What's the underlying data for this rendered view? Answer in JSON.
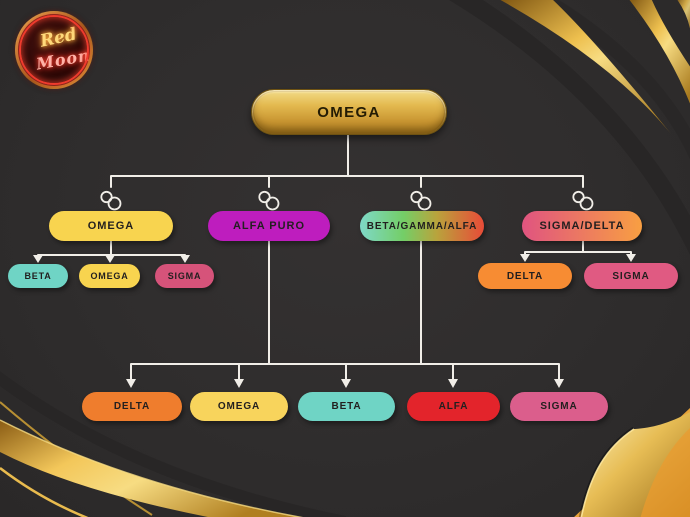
{
  "logo": {
    "line1": "Red",
    "line2": "Moon"
  },
  "colors": {
    "background": "#2f2d2d",
    "connector_line": "#f1eee8",
    "node_text": "#221f1f",
    "gold_bright": "#f7d878",
    "gold_deep": "#8a5c14",
    "neon_red": "#ef3b2d",
    "neon_yellow": "#ffd97a"
  },
  "diagram": {
    "root": {
      "label": "OMEGA",
      "bg": "linear-gradient(180deg,#f3dd8a 0%,#e3b94f 35%,#c89531 72%,#ab7d22 100%)"
    },
    "level2": [
      {
        "label": "OMEGA",
        "bg": "#f8d44f"
      },
      {
        "label": "ALFA PURO",
        "bg": "#be1dbe"
      },
      {
        "label": "BETA/GAMMA/ALFA",
        "bg": "linear-gradient(90deg,#7ed8c8 0%,#74ce67 35%,#b9a33c 62%,#e84b38 100%)"
      },
      {
        "label": "SIGMA/DELTA",
        "bg": "linear-gradient(90deg,#e05480 0%,#f89f42 100%)"
      }
    ],
    "omega_children": [
      {
        "label": "BETA",
        "bg": "#6fd4c5"
      },
      {
        "label": "OMEGA",
        "bg": "#f8d44f"
      },
      {
        "label": "SIGMA",
        "bg": "#d6537a"
      }
    ],
    "sigma_delta_children": [
      {
        "label": "DELTA",
        "bg": "#f78c33"
      },
      {
        "label": "SIGMA",
        "bg": "#e05a82"
      }
    ],
    "bottom_children": [
      {
        "label": "DELTA",
        "bg": "#ef7d2d"
      },
      {
        "label": "OMEGA",
        "bg": "#f8d45c"
      },
      {
        "label": "BETA",
        "bg": "#6fd4c5"
      },
      {
        "label": "ALFA",
        "bg": "#e3242b"
      },
      {
        "label": "SIGMA",
        "bg": "#db5e8c"
      }
    ]
  }
}
